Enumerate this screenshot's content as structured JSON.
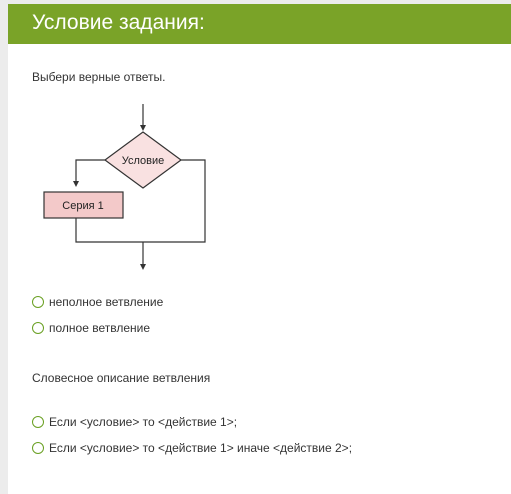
{
  "header": {
    "title": "Условие задания:"
  },
  "instruction": "Выбери верные ответы.",
  "flowchart": {
    "condition_label": "Условие",
    "series_label": "Серия 1"
  },
  "group1": {
    "options": [
      {
        "label": "неполное ветвление"
      },
      {
        "label": "полное ветвление"
      }
    ]
  },
  "section_title": "Словесное описание ветвления",
  "group2": {
    "options": [
      {
        "label": "Если <условие> то <действие 1>;"
      },
      {
        "label": "Если <условие> то <действие 1> иначе <действие 2>;"
      }
    ]
  },
  "colors": {
    "header_bg": "#7aa328",
    "radio_border": "#6aa023",
    "diamond_fill": "#f9e1e1",
    "series_fill": "#f3c9c9"
  }
}
